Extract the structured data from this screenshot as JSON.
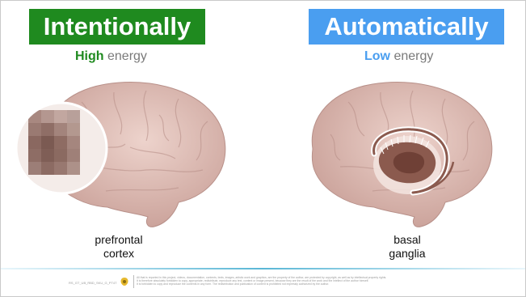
{
  "left": {
    "title": "Intentionally",
    "subtitle_keyword": "High",
    "subtitle_rest": " energy",
    "region_label_line1": "prefrontal",
    "region_label_line2": "cortex"
  },
  "right": {
    "title": "Automatically",
    "subtitle_keyword": "Low",
    "subtitle_rest": " energy",
    "region_label_line1": "basal",
    "region_label_line2": "ganglia"
  },
  "footer": {
    "code": "RS_GT_UB_RBD_SKU_G_PT4T",
    "text_line1": "All that is reported in this project, videos, documentation, contents, texts, images, artistic work and graphics, are the property of the author, are protected by copyright, as well as by intellectual property rights.",
    "text_line2": "It is therefore absolutely forbidden to copy, appropriate, redistribute, reproduce any text, content or image present, because they are the result of the work and the intellect of the author himself.",
    "text_line3": "It is forbidden to copy and reproduce the contents in any form.    The redistribution and publication of content is prohibited not expressly authorized by the author."
  },
  "colors": {
    "green": "#1f8a1f",
    "blue": "#4a9ef0",
    "brain": "#d9b3ac"
  }
}
